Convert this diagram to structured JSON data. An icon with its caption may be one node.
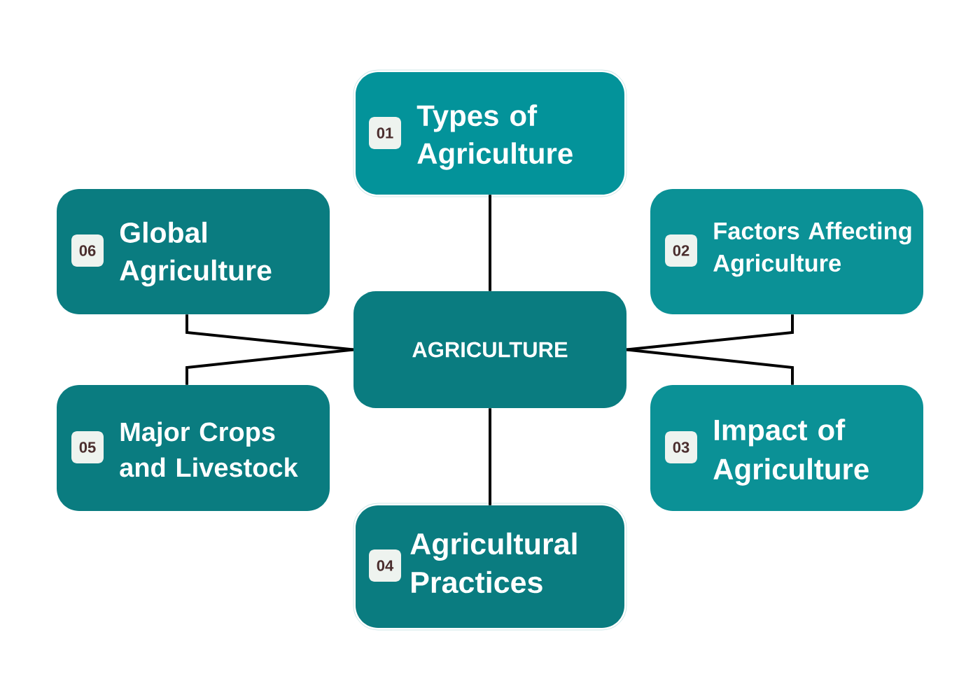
{
  "diagram": {
    "nodes": [
      {
        "text": [
          "Types of Agriculture"
        ]
      },
      {
        "text": [
          "01"
        ],
        "in": 0
      },
      {
        "text": [
          "Global Agriculture"
        ]
      },
      {
        "text": [
          "06"
        ],
        "in": 2
      },
      {
        "text": [
          "Factors Affecting Agriculture"
        ]
      },
      {
        "text": [
          "02"
        ],
        "in": 4
      },
      {
        "text": [
          "AGRICULTURE"
        ]
      },
      {
        "text": [
          "Major Crops and Livestock"
        ]
      },
      {
        "text": [
          "05"
        ],
        "in": 7
      },
      {
        "text": [
          "Impact of Agriculture"
        ]
      },
      {
        "text": [
          "03"
        ],
        "in": 9
      },
      {
        "text": [
          "Agricultural Practices"
        ]
      },
      {
        "text": [
          "04"
        ],
        "in": 11
      }
    ],
    "edges": [
      {
        "from": 6,
        "to": 0,
        "arrow": "none"
      },
      {
        "from": 6,
        "to": 4,
        "arrow": "none"
      },
      {
        "from": 6,
        "to": 9,
        "arrow": "none"
      },
      {
        "from": 6,
        "to": 11,
        "arrow": "none"
      },
      {
        "from": 6,
        "to": 7,
        "arrow": "none"
      },
      {
        "from": 6,
        "to": 2,
        "arrow": "none"
      }
    ]
  }
}
